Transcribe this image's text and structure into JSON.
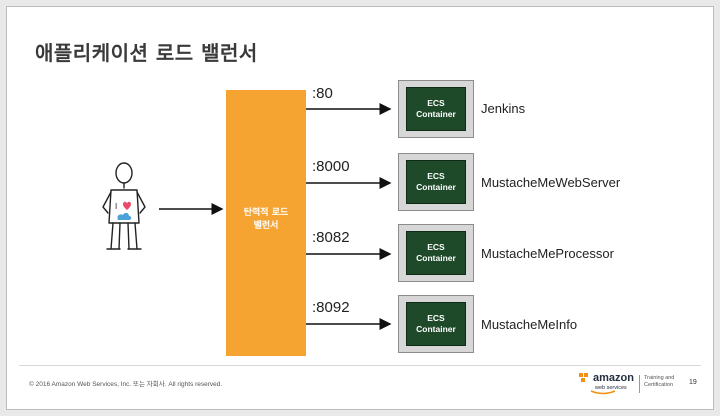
{
  "slide": {
    "title": "애플리케이션 로드 밸런서",
    "elb_label_line1": "탄력적 로드",
    "elb_label_line2": "밸런서",
    "routes": [
      {
        "port": ":80",
        "container_line1": "ECS",
        "container_line2": "Container",
        "service": "Jenkins"
      },
      {
        "port": ":8000",
        "container_line1": "ECS",
        "container_line2": "Container",
        "service": "MustacheMeWebServer"
      },
      {
        "port": ":8082",
        "container_line1": "ECS",
        "container_line2": "Container",
        "service": "MustacheMeProcessor"
      },
      {
        "port": ":8092",
        "container_line1": "ECS",
        "container_line2": "Container",
        "service": "MustacheMeInfo"
      }
    ],
    "user_icon": "person-with-heart-shirt-icon"
  },
  "footer": {
    "copyright": "© 2016 Amazon Web Services, Inc. 또는 자회사. All rights reserved.",
    "brand": "amazon",
    "brand_sub": "web services",
    "training_line1": "Training and",
    "training_line2": "Certification",
    "page_number": "19"
  },
  "colors": {
    "elb": "#f5a331",
    "container_screen": "#1e4a2a",
    "aws_orange": "#f29111"
  }
}
